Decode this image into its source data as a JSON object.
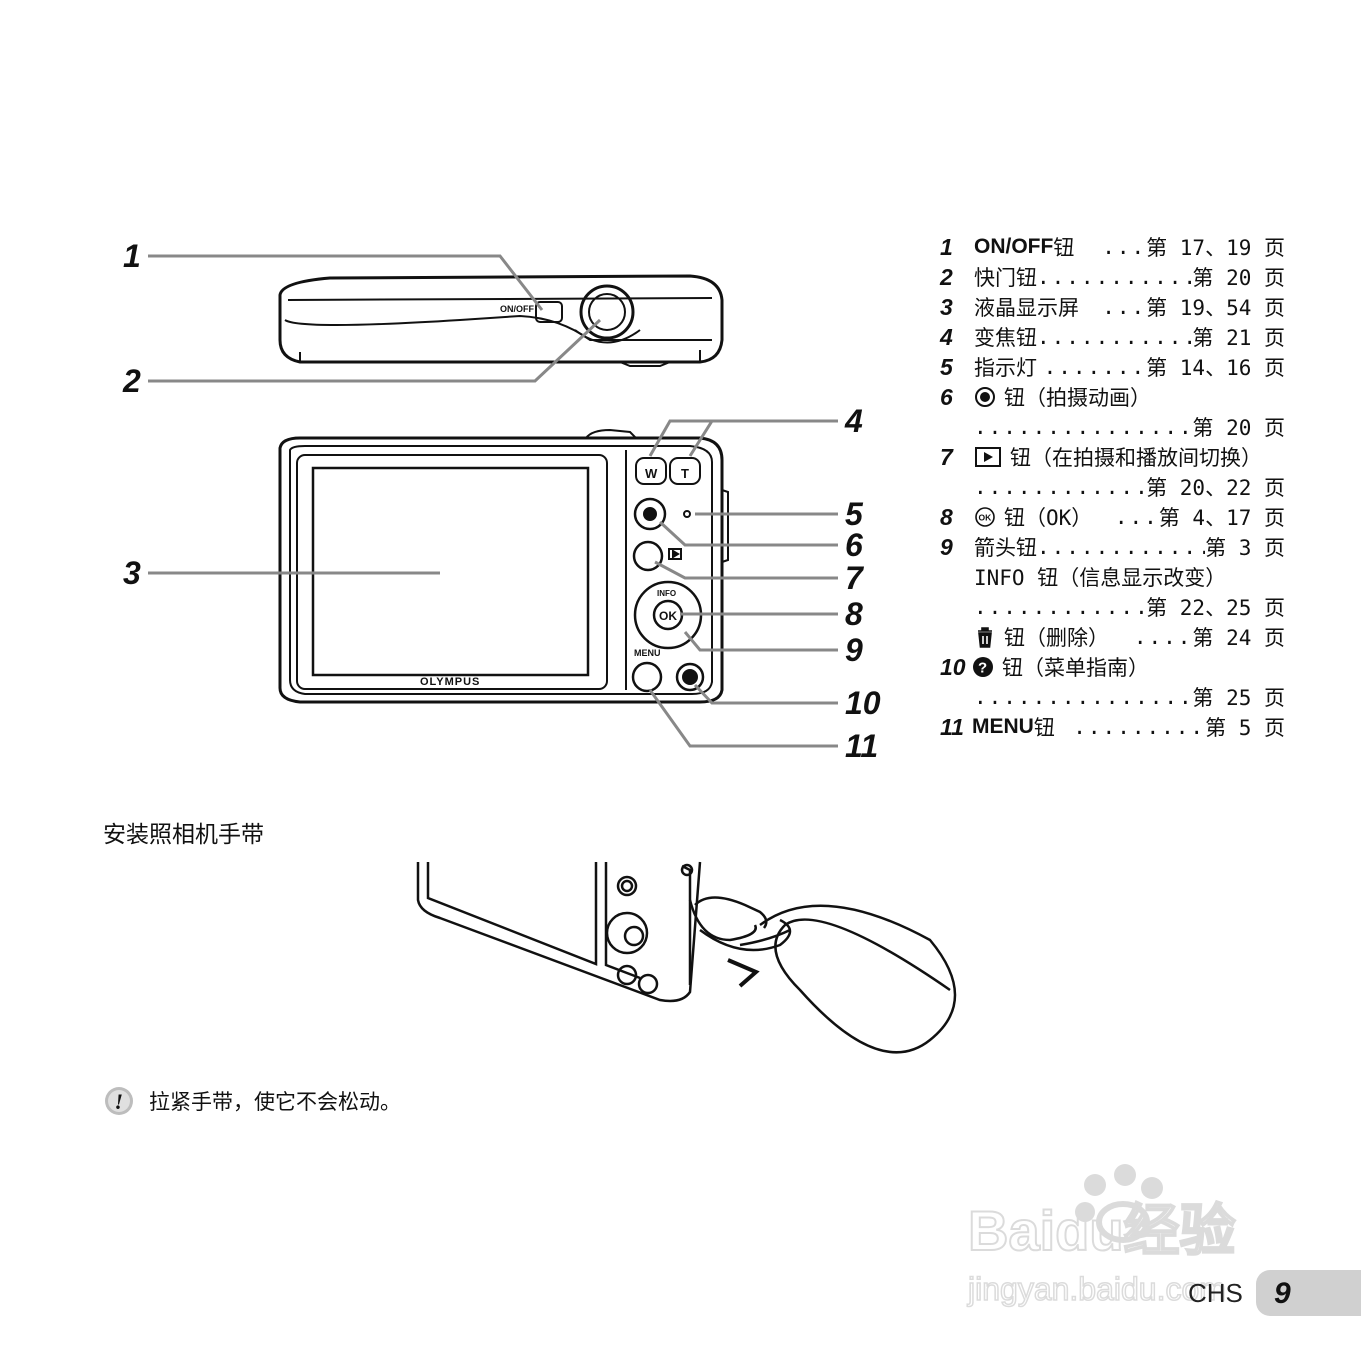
{
  "callouts": [
    "1",
    "2",
    "3",
    "4",
    "5",
    "6",
    "7",
    "8",
    "9",
    "10",
    "11"
  ],
  "camera_labels": {
    "on_off": "ON/OFF",
    "w": "W",
    "t": "T",
    "ok": "OK",
    "info": "INFO",
    "menu": "MENU",
    "brand": "OLYMPUS"
  },
  "legend": [
    {
      "num": "1",
      "key": "ON/OFF",
      "text": " 钮",
      "dots": "...",
      "page": "第 17、19 页"
    },
    {
      "num": "2",
      "text": "快门钮",
      "dots": "...........",
      "page": "第 20 页"
    },
    {
      "num": "3",
      "text": "液晶显示屏",
      "dots": "...",
      "page": "第 19、54 页"
    },
    {
      "num": "4",
      "text": "变焦钮",
      "dots": "...........",
      "page": "第 21 页"
    },
    {
      "num": "5",
      "text": "指示灯",
      "dots": ".......",
      "page": "第 14、16 页"
    },
    {
      "num": "6",
      "text": "钮（拍摄动画）"
    },
    {
      "dots": "................",
      "page": "第 20 页"
    },
    {
      "num": "7",
      "text": "钮（在拍摄和播放间切换）"
    },
    {
      "dots": "............",
      "page": "第 20、22 页"
    },
    {
      "num": "8",
      "text": "钮（OK）",
      "dots": "...",
      "page": "第 4、17 页"
    },
    {
      "num": "9",
      "text": "箭头钮",
      "dots": "............",
      "page": "第 3 页"
    },
    {
      "text": "INFO 钮（信息显示改变）"
    },
    {
      "dots": "............",
      "page": "第 22、25 页"
    },
    {
      "text": "钮（删除）",
      "dots": "....",
      "page": "第 24 页"
    },
    {
      "num": "10",
      "text": "钮（菜单指南）"
    },
    {
      "dots": "................",
      "page": "第 25 页"
    },
    {
      "num": "11",
      "key": "MENU",
      "text": " 钮",
      "dots": ".........",
      "page": "第 5 页"
    }
  ],
  "section_title": "安装照相机手带",
  "note": "拉紧手带，使它不会松动。",
  "footer": {
    "lang": "CHS",
    "page": "9"
  },
  "watermark": {
    "brand": "Baidu经验",
    "url": "jingyan.baidu.com"
  },
  "icons": [
    "movie-record-icon",
    "playback-icon",
    "ok-icon",
    "trash-icon",
    "help-icon",
    "caution-icon"
  ]
}
